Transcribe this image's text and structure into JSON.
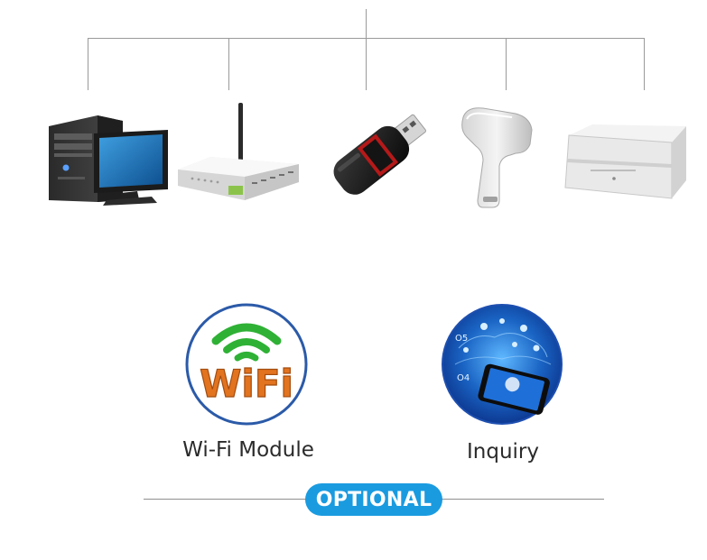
{
  "optional_badge": "OPTIONAL",
  "modules": [
    {
      "label": "Wi-Fi Module",
      "icon": "wifi-module-icon",
      "logo_text": "WiFi"
    },
    {
      "label": "Inquiry",
      "icon": "inquiry-globe-phone-icon",
      "screen_labels": [
        "O5",
        "O4"
      ]
    }
  ],
  "devices": [
    {
      "icon": "desktop-computer-icon"
    },
    {
      "icon": "wifi-router-icon"
    },
    {
      "icon": "usb-flash-drive-icon"
    },
    {
      "icon": "barcode-scanner-icon"
    },
    {
      "icon": "cash-drawer-icon"
    }
  ],
  "colors": {
    "accent": "#1a9be0",
    "connector": "#9a9a9a",
    "wifi_green": "#2fb135",
    "wifi_orange": "#e2731f",
    "wifi_blue": "#2577d6"
  }
}
